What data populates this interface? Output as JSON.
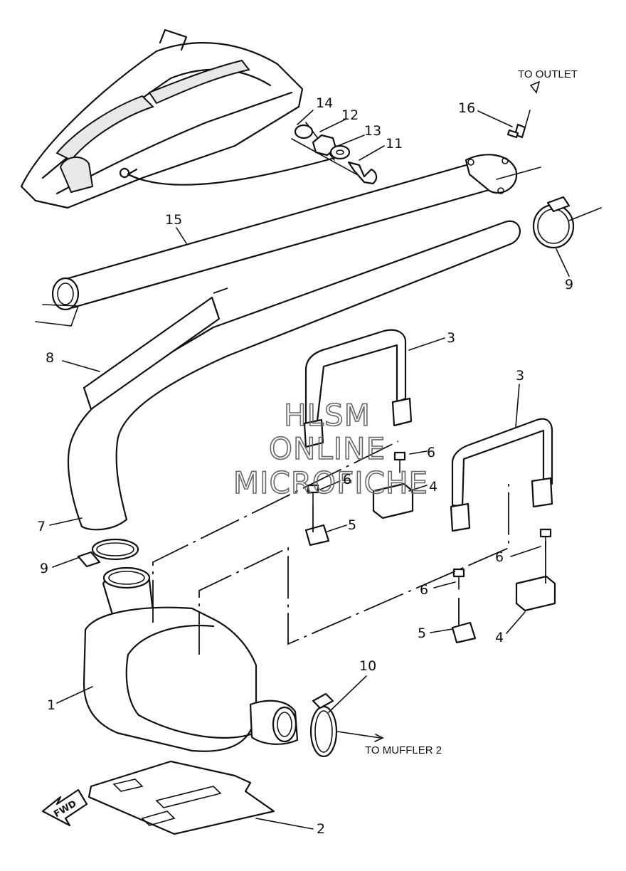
{
  "diagram": {
    "callouts": {
      "c1": "1",
      "c2": "2",
      "c3a": "3",
      "c3b": "3",
      "c4a": "4",
      "c4b": "4",
      "c5a": "5",
      "c5b": "5",
      "c6a": "6",
      "c6b": "6",
      "c6c": "6",
      "c6d": "6",
      "c7": "7",
      "c8": "8",
      "c9a": "9",
      "c9b": "9",
      "c10": "10",
      "c11": "11",
      "c12": "12",
      "c13": "13",
      "c14": "14",
      "c15": "15",
      "c16": "16"
    },
    "notes": {
      "to_outlet": "TO OUTLET",
      "to_muffler": "TO MUFFLER 2",
      "fwd": "FWD"
    },
    "watermark": {
      "line1": "HLSM",
      "line2": "ONLINE",
      "line3": "MICROFICHE"
    }
  },
  "colors": {
    "ink": "#111111",
    "background": "#ffffff",
    "watermark": "#666666"
  }
}
